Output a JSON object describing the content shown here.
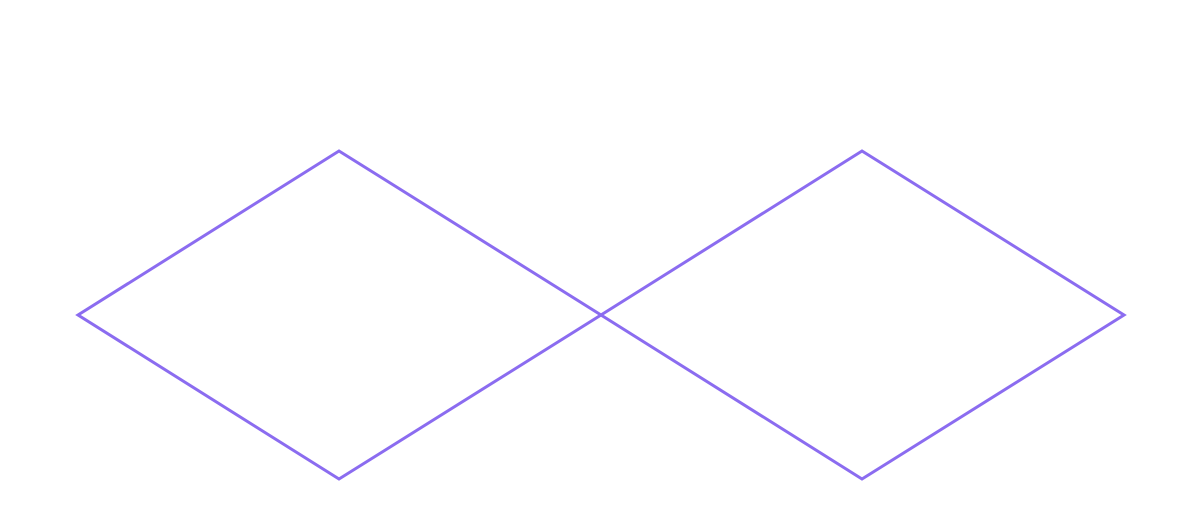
{
  "diagram": {
    "shapes": [
      {
        "kind": "diamond",
        "name": "left-diamond"
      },
      {
        "kind": "diamond",
        "name": "right-diamond"
      }
    ],
    "colors": {
      "stroke": "#8b6cf0",
      "background": "#ffffff"
    }
  }
}
